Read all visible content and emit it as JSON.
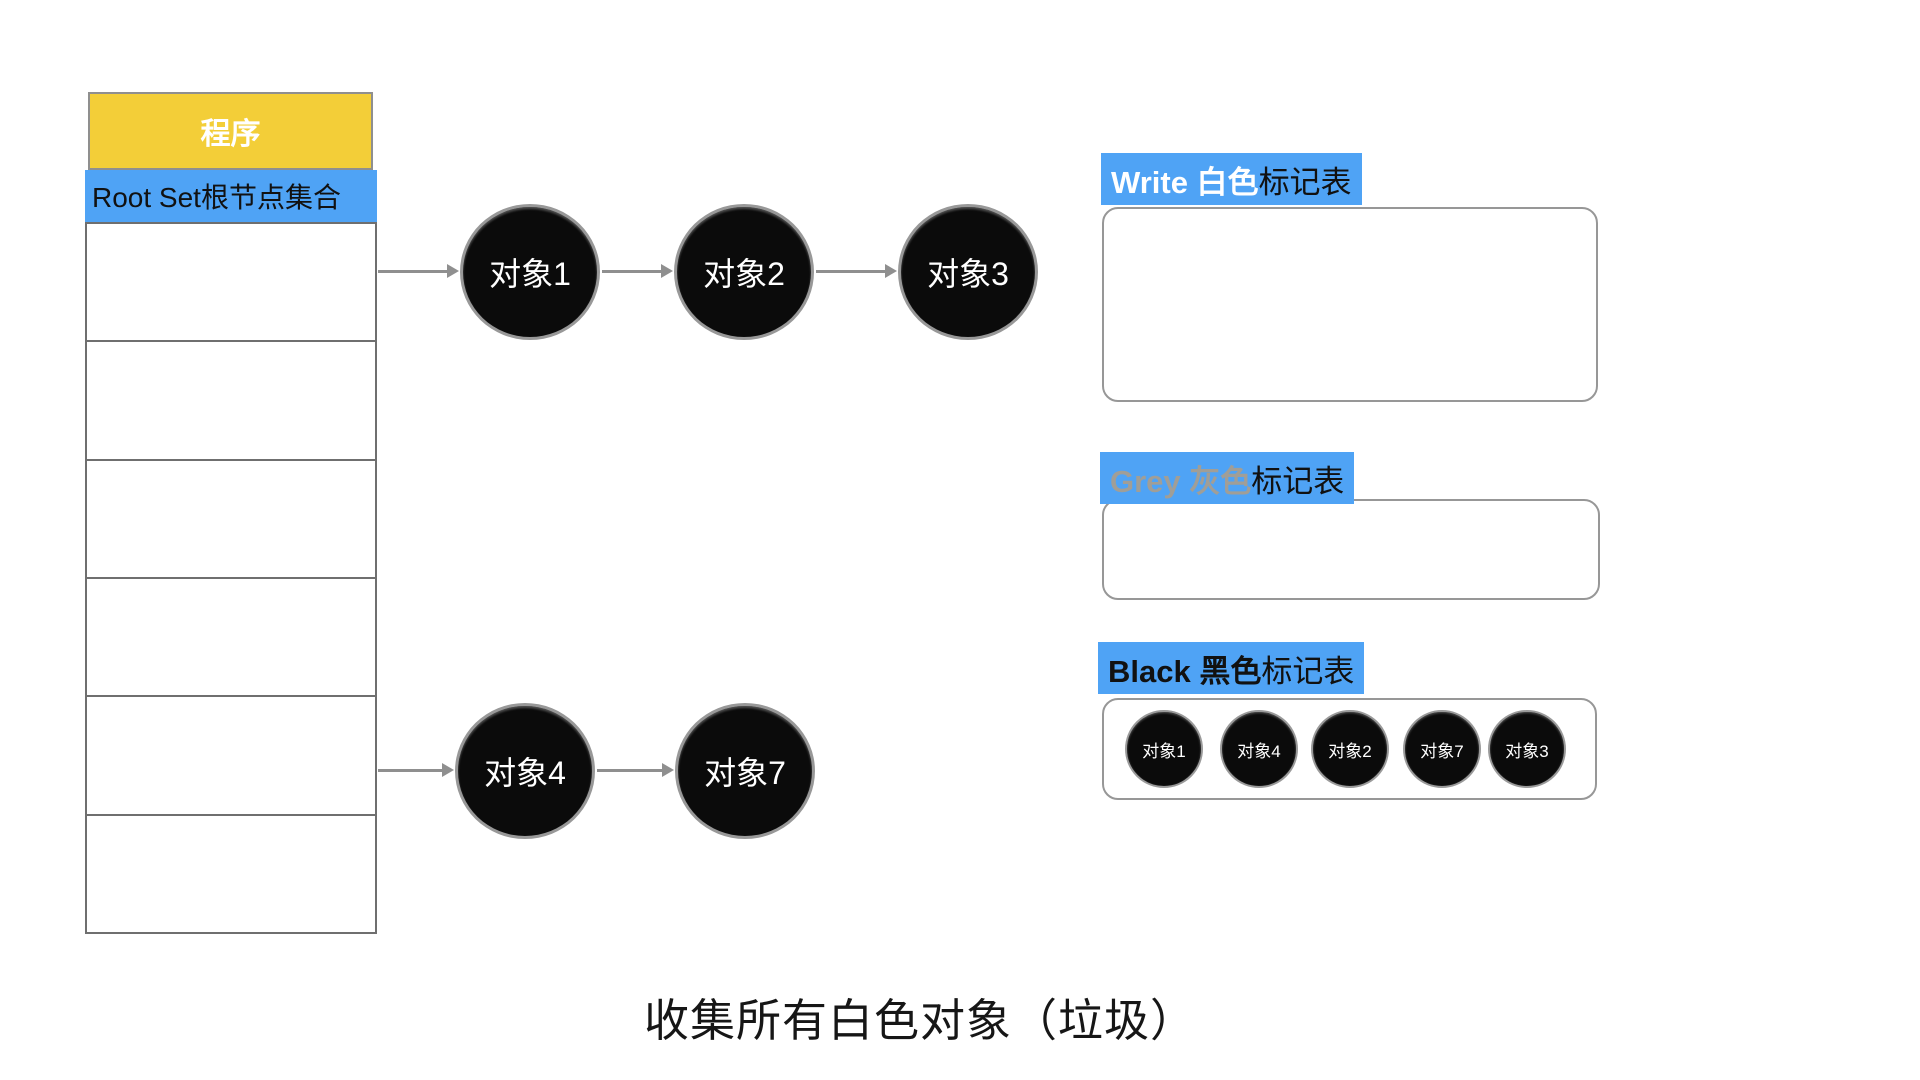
{
  "program": {
    "label": "程序"
  },
  "root_set": {
    "label": "Root Set根节点集合",
    "empty_rows": 6
  },
  "graph": {
    "chain1": {
      "nodes": [
        "对象1",
        "对象2",
        "对象3"
      ]
    },
    "chain2": {
      "nodes": [
        "对象4",
        "对象7"
      ]
    }
  },
  "mark_tables": {
    "white": {
      "title": "Write 白色",
      "suffix": "标记表",
      "items": []
    },
    "grey": {
      "title": "Grey 灰色",
      "suffix": "标记表",
      "items": []
    },
    "black": {
      "title": "Black 黑色",
      "suffix": "标记表",
      "items": [
        "对象1",
        "对象4",
        "对象2",
        "对象7",
        "对象3"
      ]
    }
  },
  "caption": "收集所有白色对象（垃圾）",
  "colors": {
    "accent_blue": "#4FA3F5",
    "program_yellow": "#F3CE38",
    "node_black": "#0B0B0B",
    "grey_title_text": "#A09E97",
    "arrow_grey": "#8F8F8F"
  }
}
